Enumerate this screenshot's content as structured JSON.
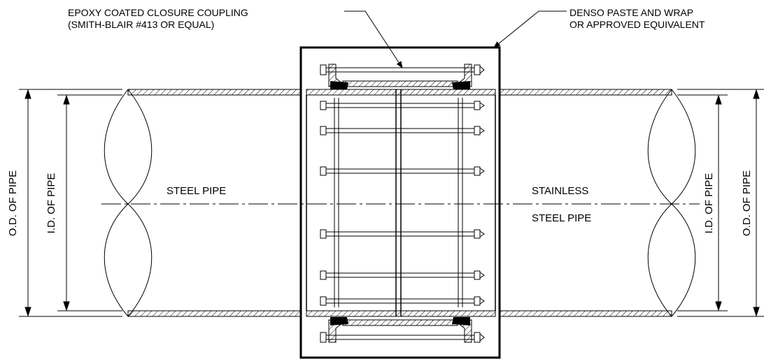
{
  "callouts": {
    "coupling_line1": "EPOXY COATED CLOSURE COUPLING",
    "coupling_line2": "(SMITH-BLAIR #413 OR EQUAL)",
    "wrap_line1": "DENSO PASTE AND WRAP",
    "wrap_line2": "OR APPROVED EQUIVALENT"
  },
  "left_pipe": {
    "label": "STEEL PIPE",
    "od_label": "O.D. OF PIPE",
    "id_label": "I.D. OF PIPE"
  },
  "right_pipe": {
    "label_line1": "STAINLESS",
    "label_line2": "STEEL PIPE",
    "od_label": "O.D. OF PIPE",
    "id_label": "I.D. OF PIPE"
  }
}
